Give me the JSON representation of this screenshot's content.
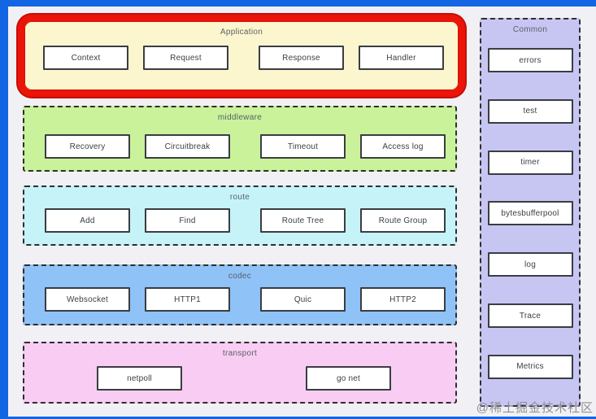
{
  "sections": [
    {
      "id": "application",
      "title": "Application",
      "boxes": [
        "Context",
        "Request",
        "Response",
        "Handler"
      ],
      "bg": "#fcf6cf",
      "highlighted": true
    },
    {
      "id": "middleware",
      "title": "middleware",
      "boxes": [
        "Recovery",
        "Circuitbreak",
        "Timeout",
        "Access log"
      ],
      "bg": "#c9f29b"
    },
    {
      "id": "route",
      "title": "route",
      "boxes": [
        "Add",
        "Find",
        "Route Tree",
        "Route Group"
      ],
      "bg": "#c6f3f7"
    },
    {
      "id": "codec",
      "title": "codec",
      "boxes": [
        "Websocket",
        "HTTP1",
        "Quic",
        "HTTP2"
      ],
      "bg": "#8fc2f7"
    },
    {
      "id": "transport",
      "title": "transport",
      "boxes": [
        "netpoll",
        "go net"
      ],
      "bg": "#f9cdf3"
    }
  ],
  "common": {
    "title": "Common",
    "boxes": [
      "errors",
      "test",
      "timer",
      "bytesbufferpool",
      "log",
      "Trace",
      "Metrics"
    ],
    "bg": "#c7c6f3"
  },
  "watermark": "@稀土掘金技术社区",
  "colors": {
    "frame_blue": "#1266e3",
    "canvas_bg": "#f1f1f5",
    "highlight_red": "#ec1309",
    "box_border": "#3a3d42",
    "dashed_border": "#2e2e2e",
    "title_text": "#5c5f66"
  }
}
